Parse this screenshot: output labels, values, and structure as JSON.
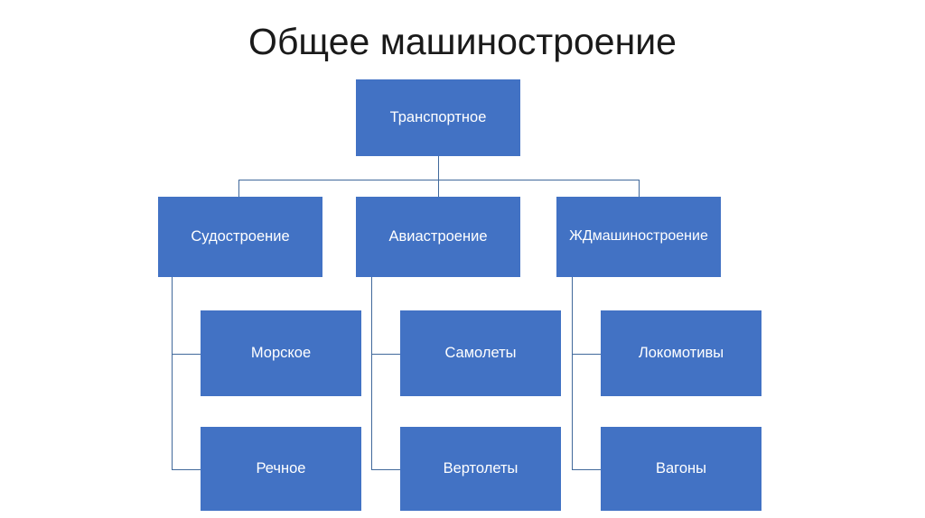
{
  "slide": {
    "title": "Общее машиностроение",
    "accent_color": "#4272c4",
    "connector_color": "#41699b",
    "title_color": "#1a1a1a",
    "node_text_color": "#ffffff",
    "background_color": "#ffffff"
  },
  "diagram": {
    "type": "hierarchy-tree",
    "root": {
      "label": "Транспортное"
    },
    "branches": [
      {
        "label": "Судостроение",
        "children": [
          {
            "label": "Морское"
          },
          {
            "label": "Речное"
          }
        ]
      },
      {
        "label": "Авиастроение",
        "children": [
          {
            "label": "Самолеты"
          },
          {
            "label": "Вертолеты"
          }
        ]
      },
      {
        "label": "ЖДмашиностроение",
        "children": [
          {
            "label": "Локомотивы"
          },
          {
            "label": "Вагоны"
          }
        ]
      }
    ]
  }
}
